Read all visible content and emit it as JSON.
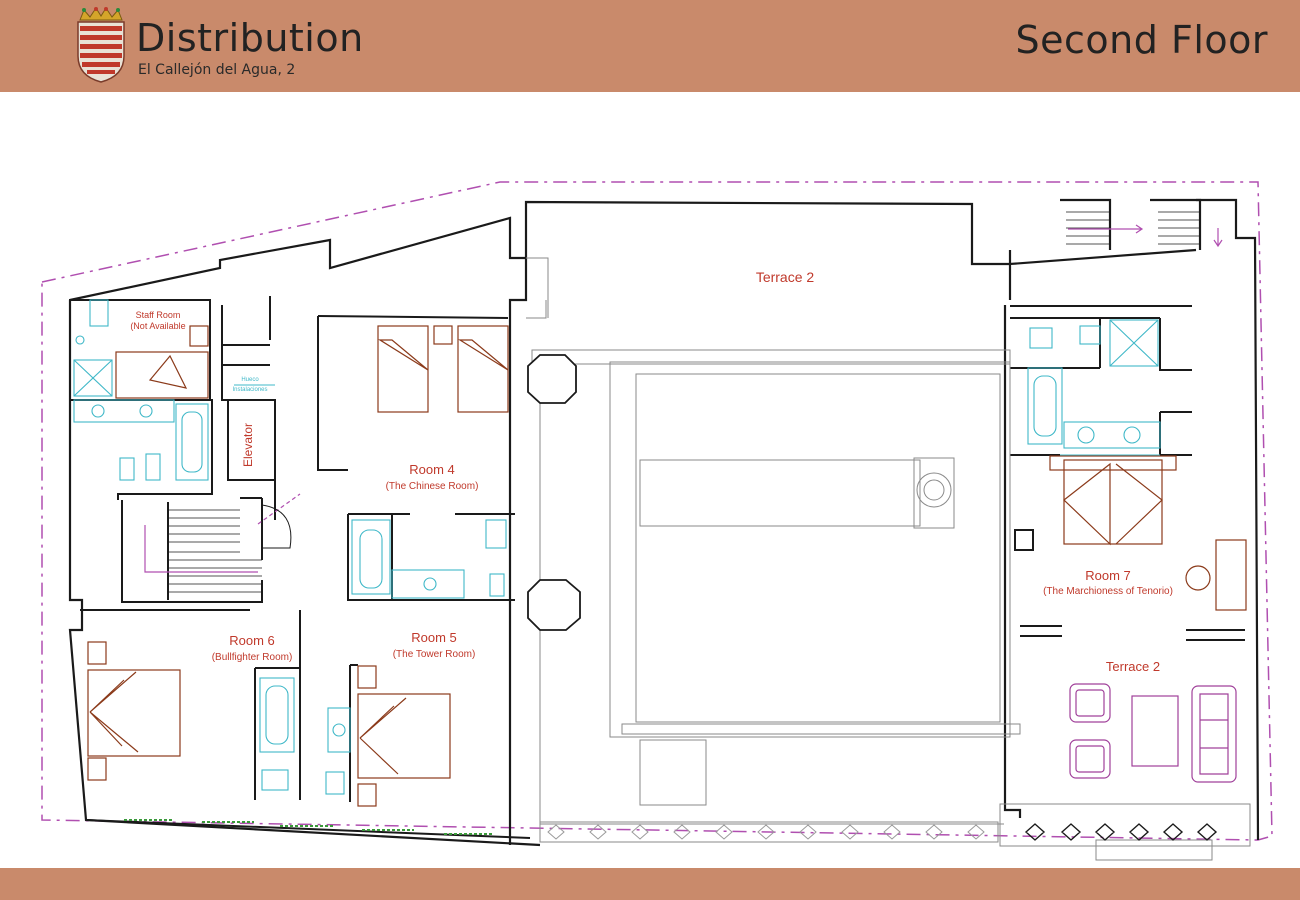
{
  "header": {
    "title": "Distribution",
    "subtitle": "El Callejón del Agua, 2",
    "floor": "Second Floor"
  },
  "colors": {
    "band": "#c98a6b",
    "walls": "#1a1a1a",
    "label": "#c0392b",
    "furniture_bed": "#8b3a1a",
    "fixtures": "#3fb8c8",
    "terrace_furniture": "#a0409a",
    "boundary": "#b04fb0"
  },
  "plan": {
    "staff_room": "Staff Room",
    "staff_room_note": "(Not Available",
    "hueco": "Hueco",
    "instalaciones": "Instalaciones",
    "elevator": "Elevator",
    "terrace_top": "Terrace 2",
    "room4": "Room 4",
    "room4_name": "(The Chinese Room)",
    "room5": "Room 5",
    "room5_name": "(The Tower Room)",
    "room6": "Room 6",
    "room6_name": "(Bullfighter Room)",
    "room7": "Room  7",
    "room7_name": "(The Marchioness of Tenorio)",
    "terrace_right": "Terrace 2"
  }
}
